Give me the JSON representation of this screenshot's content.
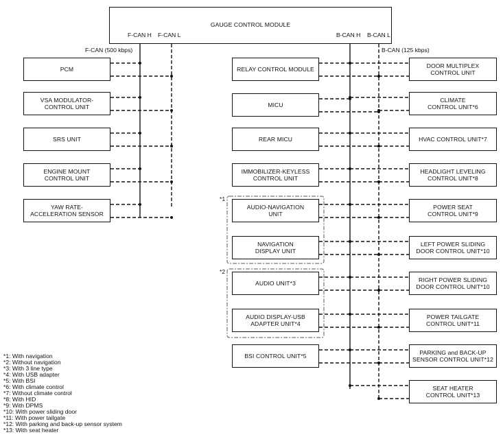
{
  "gcm": "GAUGE CONTROL MODULE",
  "bus": {
    "fcan_h": "F-CAN H",
    "fcan_l": "F-CAN L",
    "bcan_h": "B-CAN H",
    "bcan_l": "B-CAN L",
    "fcan_speed": "F-CAN (500 kbps)",
    "bcan_speed": "B-CAN (125 kbps)"
  },
  "left_units": [
    "PCM",
    "VSA MODULATOR-\nCONTROL UNIT",
    "SRS UNIT",
    "ENGINE MOUNT\nCONTROL UNIT",
    "YAW RATE-\nACCELERATION SENSOR"
  ],
  "middle_units": [
    "RELAY CONTROL MODULE",
    "MICU",
    "REAR MICU",
    "IMMOBILIZER-KEYLESS\nCONTROL UNIT",
    "AUDIO-NAVIGATION\nUNIT",
    "NAVIGATION\nDISPLAY UNIT",
    "AUDIO UNIT*3",
    "AUDIO DISPLAY-USB\nADAPTER UNIT*4",
    "BSI CONTROL UNIT*5"
  ],
  "right_units": [
    "DOOR MULTIPLEX\nCONTROL UNIT",
    "CLIMATE\nCONTROL UNIT*6",
    "HVAC CONTROL UNIT*7",
    "HEADLIGHT LEVELING\nCONTROL UNIT*8",
    "POWER SEAT\nCONTROL UNIT*9",
    "LEFT POWER SLIDING\nDOOR CONTROL UNIT*10",
    "RIGHT POWER SLIDING\nDOOR CONTROL UNIT*10",
    "POWER TAILGATE\nCONTROL UNIT*11",
    "PARKING and BACK-UP\nSENSOR CONTROL UNIT*12",
    "SEAT HEATER\nCONTROL UNIT*13"
  ],
  "group_labels": [
    "*1",
    "*2"
  ],
  "footnotes": [
    "*1: With navigation",
    "*2: Without navigation",
    "*3: With 3 line type",
    "*4: With USB adapter",
    "*5: With BSI",
    "*6: With climate control",
    "*7: Without climate control",
    "*8: With HID",
    "*9: With DPMS",
    "*10: With power sliding door",
    "*11: With power tailgate",
    "*12: With parking and back-up sensor system",
    "*13: With seat heater"
  ]
}
